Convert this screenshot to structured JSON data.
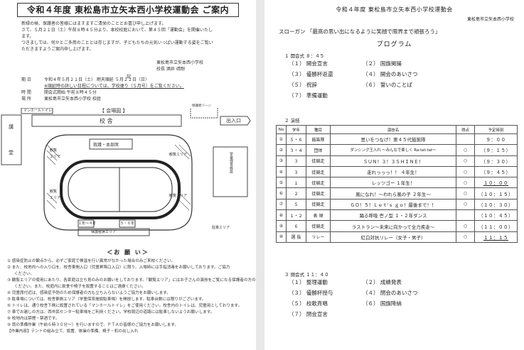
{
  "left": {
    "title": "令和４年度 東松島市立矢本西小学校運動会 ご案内",
    "intro": [
      "新緑の候、保護者の皆様にはますますご清栄のこととお喜び申し上げます。",
      "さて、５月２１日（土）午前８時４５分より、本校校庭において、第４５回「運動会」を開催いたし",
      "ます。",
      "つきましては、何かとご多用のこととは存じますが、子どもたちの元気いっぱい運動する姿をご覧い",
      "ただきますようご案内申し上げます。"
    ],
    "sender": [
      "東松島市立矢本西小学校",
      "校長 酒井 靖剛"
    ],
    "ki": "記",
    "details": [
      {
        "k": "期 日",
        "v": "令和４年５月２１日（土） 雨天順延 ５月２２日（日）"
      },
      {
        "k": "",
        "v": "※順延時の詳しい日程については、学校便り（５月号）をご覧ください。"
      },
      {
        "k": "時 間",
        "v": "開会式開始 午前８時４５分"
      },
      {
        "k": "場 所",
        "v": "東松島市立矢本西小学校 校庭"
      }
    ],
    "map": {
      "toilet": "マンホールトイレ",
      "venue": "【 会場図 】",
      "school": "校 舎",
      "gate": "出入口",
      "left_bldg_top": "講",
      "left_bldg_bottom": "堂",
      "tent": "救護・本部席",
      "kanran_l1": "観覧",
      "kanran_l2": "エリア",
      "kanran_r": "観覧エリア",
      "kanran_l3": "観覧",
      "kanran_l4": "エリア",
      "kanran_r2": "観覧エリア",
      "upper_label": "保護者ゾーン",
      "gakudo": "学童保育施設",
      "lane_a": "１年〜４年",
      "lane_b": "５・６年",
      "bottom1": "保護者席エリア",
      "bottom2": "駐車エリア"
    },
    "onegai": "＜お 願 い＞",
    "rules": [
      "① 感染症防止の観点から、必ずご家庭で検温を行い異常がなかった場合のみご来校ください。",
      "② また、校地内への入り口を、校舎東側入口（児童昇降口入口）に限り、入場時には手指消毒をお願いしております。ご協力",
      "ください。",
      "③ 観覧エリアの使用にあたり、各家庭は立ち見のみのお願いをしております。「観覧エリア」にはお子さんの演技をご覧になる保護者の方のみがお入り",
      "ください。また、校庭内に飲食や椅子を設置することはご遠慮ください。",
      "④ 児童席付近は、感染症予防のため保護者の方も立ち入らないようご協力をお願いします。",
      "⑤ 駐車場については、校舎東側エリア（学童保育施設駐車場）を開放します。駐車台数には限りがございます。",
      "⑥ トイレは、通り校舎下側に設置されている「マンホールトイレ」をご使用ください。校舎内のトイレは、児童用としております。",
      "⑦ 車でお越しの方は、西市民センター駐車場をご利用ください。学校周辺の道路には駐車しないようお願いします。",
      "⑧ 校地内は禁煙・禁酒です。",
      "⑨ 雨の準備作業（午前６時３０分〜）を行いますので、ＰＴＡの皆様のご協力をお願いします。",
      "【作業内容】テントの組み立て、設置、体操の準備、椅子・机の出し入れ"
    ]
  },
  "right": {
    "title": "令和４年度 東松島市立矢本西小学校運動会",
    "subtitle": "東松島市立矢本西小学校",
    "slogan": "スローガン 「最高の思い出になるように笑顔で限界まで頑張ろう」",
    "program_title": "プログラム",
    "sec1": "１ 開会式 ８：４５",
    "sec1_items": [
      "（１） 開会宣言",
      "（２） 国旗掲揚",
      "（３） 優勝杯返還",
      "（４） 開会のあいさつ",
      "（５） 祝辞",
      "（６） 誓いのことば",
      "（７） 準備運動"
    ],
    "sec2": "２ 演技",
    "table_headers": [
      "No",
      "学年",
      "種目",
      "演技名",
      "得点",
      "予定時刻"
    ],
    "rows": [
      {
        "no": "①",
        "grade": "５・６",
        "type": "鼓笛隊",
        "name": "思いをつなげ！第４５代鼓笛隊",
        "score": "",
        "time": "９：００"
      },
      {
        "no": "②",
        "grade": "３・４",
        "type": "団体",
        "name": "ダンシング王入れ 〜みんなで楽しく Ra-tat-tat〜",
        "score": "○",
        "time": "（９：１５）"
      },
      {
        "no": "③",
        "grade": "３",
        "type": "徒競走",
        "name": "ＳＵＮ！３！３ＳＨＩＮＥ！",
        "score": "○",
        "time": "（９：３０）"
      },
      {
        "no": "④",
        "grade": "３",
        "type": "徒競走",
        "name": "走れっっっ！！ ４年生！",
        "score": "○",
        "time": "（９：４５）"
      },
      {
        "no": "⑤",
        "grade": "１",
        "type": "徒競走",
        "name": "レッツゴー １年生！",
        "score": "○",
        "time": "１０：００"
      },
      {
        "no": "⑥",
        "grade": "２",
        "type": "徒競走",
        "name": "風になれ！〜われら風の子 ２年生〜",
        "score": "○",
        "time": "（１０：１５）"
      },
      {
        "no": "⑦",
        "grade": "５",
        "type": "徒競走",
        "name": "ＧＯ！５！Ｌｅｔ'ｓ ｇｏ！最後まで！！",
        "score": "○",
        "time": "（１０：３０）"
      },
      {
        "no": "⑧",
        "grade": "１・２",
        "type": "表 現",
        "name": "踊る呼吸 壱ノ型 １・２年ダンス",
        "score": "",
        "time": "（１０：４５）"
      },
      {
        "no": "⑨",
        "grade": "６",
        "type": "徒競走",
        "name": "ラストラン〜未来に向かって全力疾走〜",
        "score": "○",
        "time": "（１１：００）"
      },
      {
        "no": "⑩",
        "grade": "選 抜",
        "type": "リレー",
        "name": "紅白対抗リレー（女子・男子）",
        "score": "○",
        "time": "１１：１５"
      }
    ],
    "sec3": "３ 閉会式 １１：４０",
    "sec3_items": [
      "（１） 整理運動",
      "（２） 成績発表",
      "（３） 優勝杯授与",
      "（４） 閉会のあいさつ",
      "（５） 校歌斉唱",
      "（６） 国旗降納",
      "（７） 閉会宣言"
    ]
  }
}
